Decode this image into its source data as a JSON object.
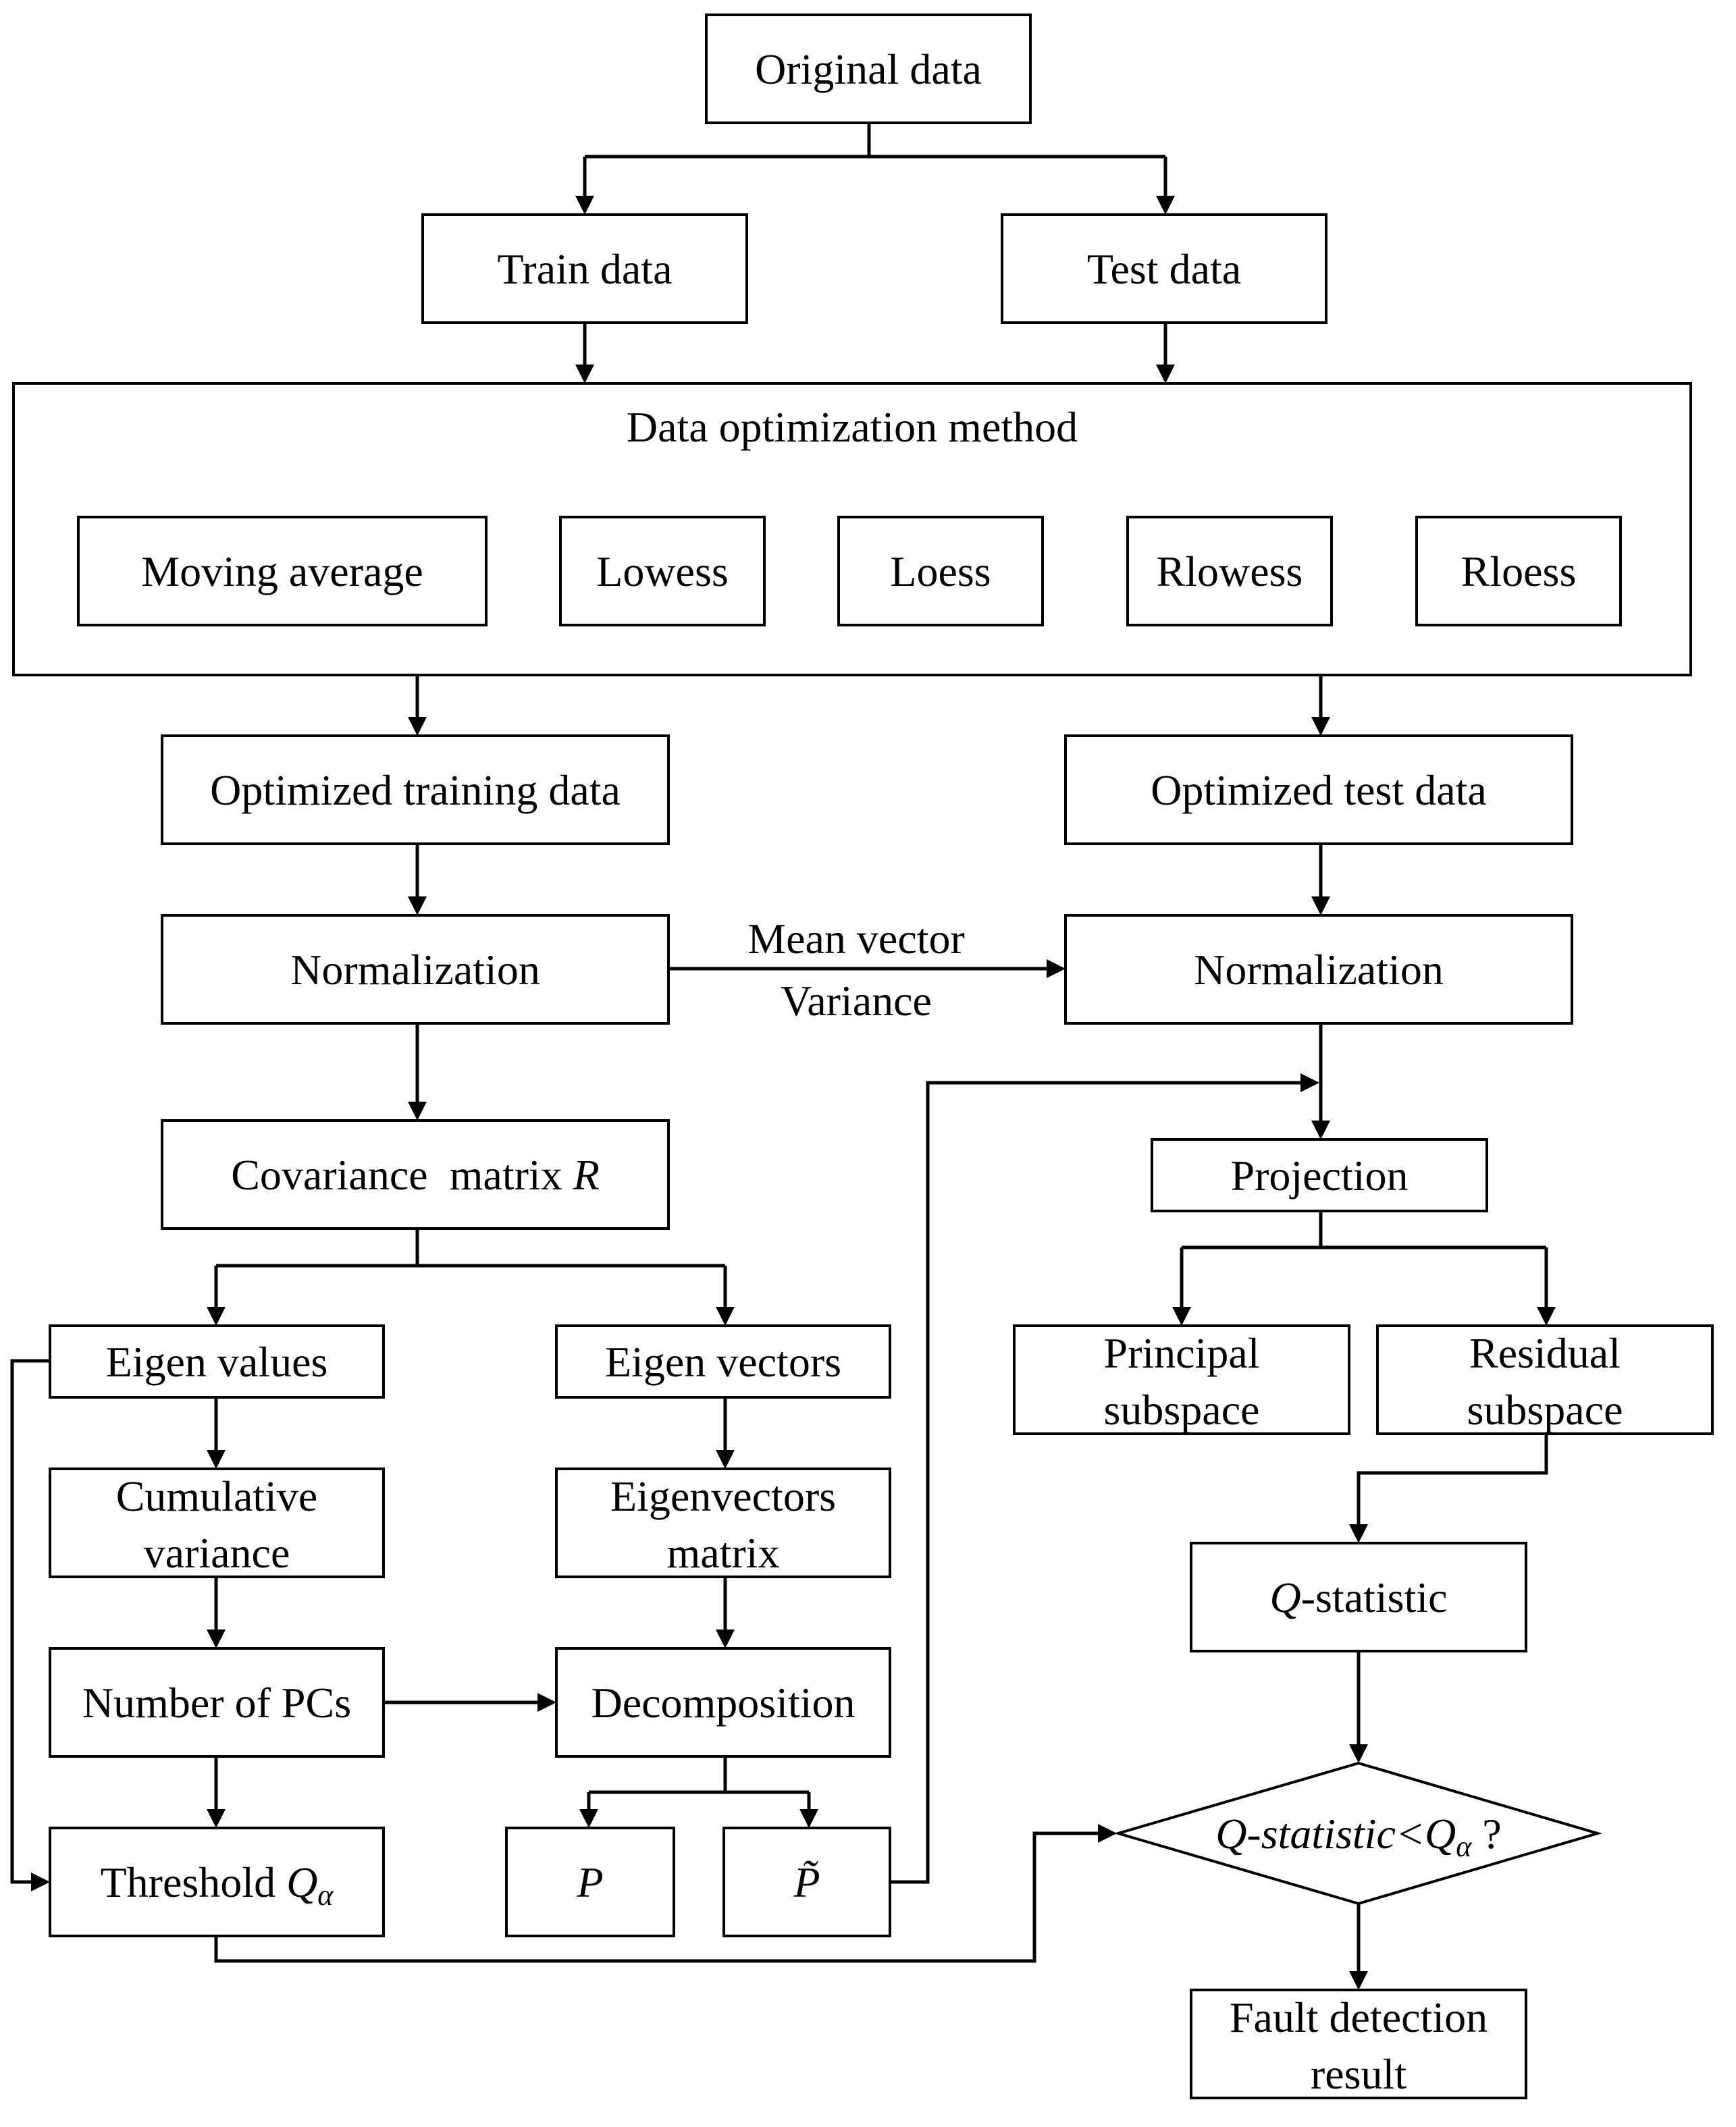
{
  "nodes": {
    "original_data": "Original data",
    "train_data": "Train data",
    "test_data": "Test data",
    "data_optimization": "Data optimization method",
    "moving_average": "Moving average",
    "lowess": "Lowess",
    "loess": "Loess",
    "rlowess": "Rlowess",
    "rloess": "Rloess",
    "optimized_training": "Optimized training data",
    "optimized_test": "Optimized test data",
    "normalization_train": "Normalization",
    "normalization_test": "Normalization",
    "covariance": "Covariance  matrix",
    "covariance_symbol": "R",
    "eigen_values": "Eigen values",
    "eigen_vectors": "Eigen vectors",
    "cumulative_line1": "Cumulative",
    "cumulative_line2": "variance",
    "eigvec_matrix_line1": "Eigenvectors",
    "eigvec_matrix_line2": "matrix",
    "number_pcs": "Number of PCs",
    "decomposition": "Decomposition",
    "threshold": "Threshold",
    "threshold_symbol": "Q",
    "threshold_sub": "α",
    "p": "P",
    "p_tilde": "P̃",
    "projection": "Projection",
    "principal_line1": "Principal",
    "principal_line2": "subspace",
    "residual_line1": "Residual",
    "residual_line2": "subspace",
    "q_stat_symbol": "Q",
    "q_stat_rest": "-statistic",
    "decision_lhs": "Q-statistic<",
    "decision_symbol": "Q",
    "decision_sub": "α",
    "decision_q": " ?",
    "fault_line1": "Fault detection",
    "fault_line2": "result"
  },
  "edge_labels": {
    "mean_vector": "Mean vector",
    "variance": "Variance"
  }
}
